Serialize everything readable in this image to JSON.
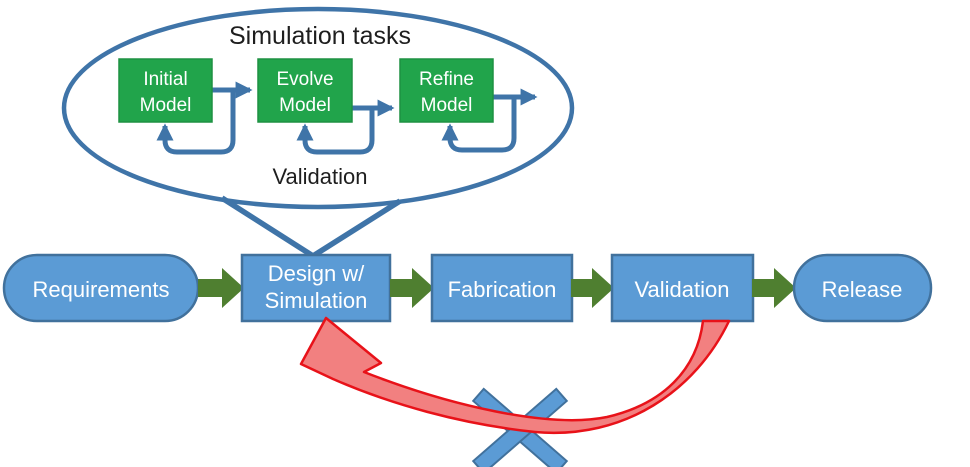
{
  "colors": {
    "line_blue": "#3F74A8",
    "flow_fill": "#5B9BD5",
    "flow_border": "#41719C",
    "green_box": "#21A44B",
    "green_box_border": "#1E9142",
    "green_arrow": "#4F7F30",
    "red_stroke": "#E81219",
    "red_fill": "#F28080",
    "text_dark": "#1E1E1E",
    "text_light": "#FFFFFF"
  },
  "callout": {
    "title": "Simulation tasks",
    "validation_label": "Validation",
    "tasks": [
      {
        "line1": "Initial",
        "line2": "Model"
      },
      {
        "line1": "Evolve",
        "line2": "Model"
      },
      {
        "line1": "Refine",
        "line2": "Model"
      }
    ]
  },
  "flow": {
    "steps": [
      {
        "label": "Requirements"
      },
      {
        "line1": "Design w/",
        "line2": "Simulation"
      },
      {
        "label": "Fabrication"
      },
      {
        "label": "Validation"
      },
      {
        "label": "Release"
      }
    ]
  }
}
